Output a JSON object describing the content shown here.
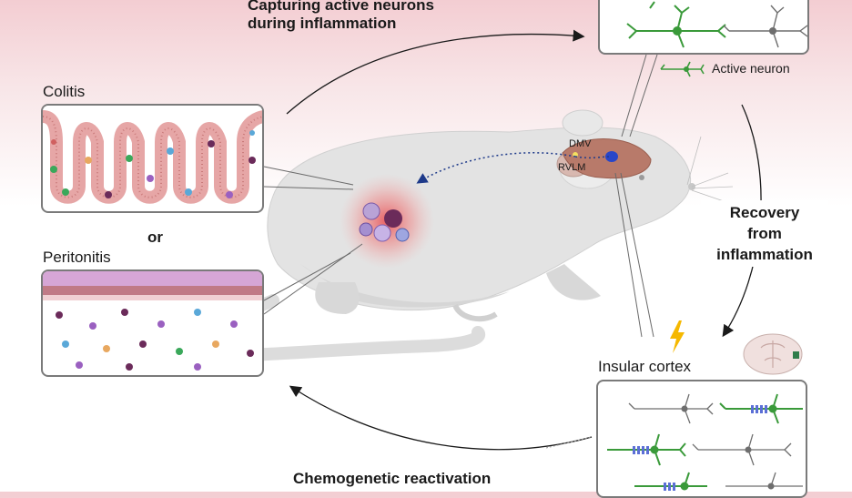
{
  "labels": {
    "top_arrow_text": "Capturing active neurons\nduring inflammation",
    "active_neuron": "Active neuron",
    "colitis": "Colitis",
    "or": "or",
    "peritonitis": "Peritonitis",
    "dmv": "DMV",
    "rvlm": "RVLM",
    "recovery": "Recovery\nfrom\ninflammation",
    "insular_cortex": "Insular cortex",
    "bottom_arrow_text": "Chemogenetic reactivation"
  },
  "colors": {
    "background_top": "#f3cdd2",
    "active_neuron_green": "#3a9a3a",
    "inactive_neuron_gray": "#6e6e6e",
    "inflammation_red": "#e8464a",
    "dreadd_blue": "#5b6fd6",
    "lightning_yellow": "#f5b800"
  },
  "icons": [
    "mouse-illustration",
    "brain-illustration",
    "lightning-icon",
    "brain-slice-icon",
    "neuron-icon"
  ]
}
